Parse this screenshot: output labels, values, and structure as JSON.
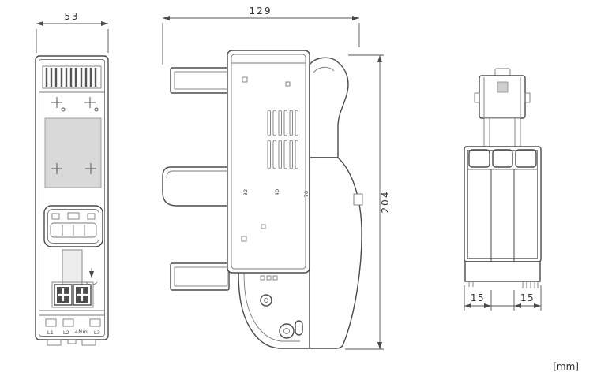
{
  "page": {
    "units_label": "[mm]"
  },
  "front_view": {
    "width_dim": "53",
    "labels": {
      "l1": "L1",
      "l2": "L2",
      "torque": "4Nm",
      "l3": "L3"
    }
  },
  "side_view": {
    "width_dim": "129",
    "height_dim": "204",
    "markings": {
      "m1": "32",
      "m2": "40",
      "m3": "70"
    }
  },
  "rear_view": {
    "dim_left": "15",
    "dim_right": "15"
  },
  "colors": {
    "line": "#4a4a4a",
    "panel_fill": "#d9d9d9"
  }
}
